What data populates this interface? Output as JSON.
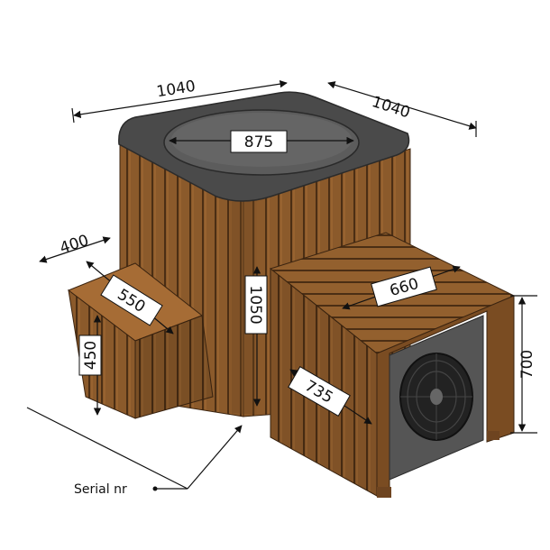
{
  "dimensions": {
    "width_left": "1040",
    "width_right": "1040",
    "opening": "875",
    "step_width": "400",
    "step_depth": "550",
    "step_height": "450",
    "tub_height": "1050",
    "cabinet_depth": "660",
    "cabinet_width": "735",
    "cabinet_height": "700"
  },
  "caption": "Serial nr",
  "colors": {
    "wood": "#8b5a2b",
    "wood_dark": "#6e4420",
    "wood_light": "#a66c35",
    "lid": "#4a4a4a",
    "lid_inner": "#5c5c5c",
    "heat_pump": "#555555",
    "fan": "#222222"
  },
  "icons": [
    "fan-icon"
  ]
}
